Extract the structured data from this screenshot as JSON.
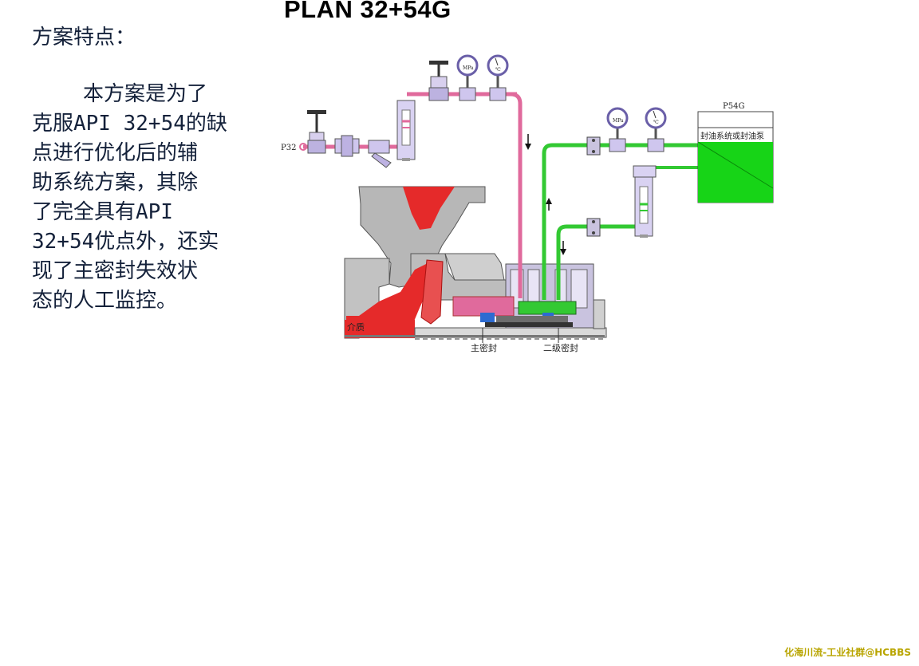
{
  "title": "PLAN 32+54G",
  "heading": "方案特点：",
  "description_lines": [
    "本方案是为了",
    "克服API 32+54的缺",
    "点进行优化后的辅",
    "助系统方案，其除",
    "了完全具有API",
    "32+54优点外，还实",
    "现了主密封失效状",
    "态的人工监控。"
  ],
  "diagram": {
    "inlet_label": "P32",
    "reservoir_tag": "P54G",
    "reservoir_label": "封油系统或封油泵",
    "gauge_pressure": "MPa",
    "gauge_temperature": "℃",
    "primary_seal_label": "主密封",
    "secondary_seal_label": "二级密封",
    "pump_label": "介质",
    "colors": {
      "flush_line": "#e06a9c",
      "barrier_line": "#33c933",
      "process_fluid": "#e52a2a",
      "reservoir_fill": "#17d417",
      "casing": "#b7b7b7",
      "seal_chamber": "#c9c3df"
    }
  },
  "watermark": "化海川流-工业社群@HCBBS"
}
